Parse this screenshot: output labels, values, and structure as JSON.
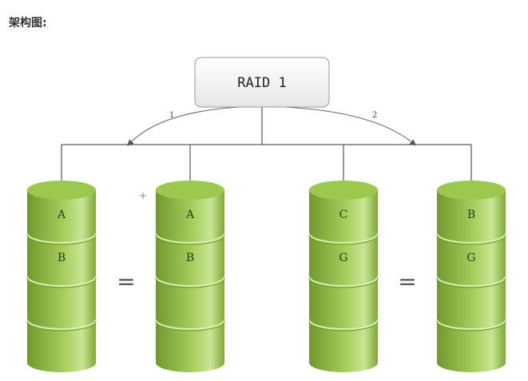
{
  "heading": "架构图:",
  "root": {
    "label": "RAID 1"
  },
  "arrows": [
    {
      "label": "1"
    },
    {
      "label": "2"
    }
  ],
  "disks": [
    {
      "blocks": [
        "A",
        "B",
        "",
        ""
      ]
    },
    {
      "blocks": [
        "A",
        "B",
        "",
        ""
      ]
    },
    {
      "blocks": [
        "C",
        "G",
        "",
        ""
      ]
    },
    {
      "blocks": [
        "B",
        "G",
        "",
        ""
      ]
    }
  ],
  "equals": [
    "=",
    "="
  ],
  "colors": {
    "disk_dark": "#6f9a2c",
    "disk_light": "#c4e08a",
    "disk_top": "#9bc94e",
    "line": "#333333",
    "box_border": "#888888"
  }
}
